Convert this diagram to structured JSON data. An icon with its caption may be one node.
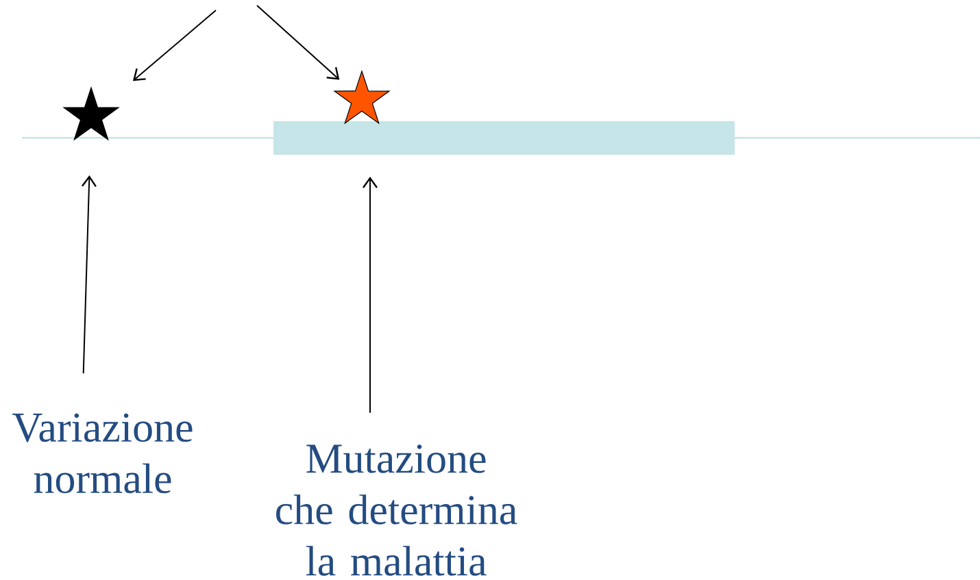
{
  "diagram": {
    "nodes": [
      {
        "text": [
          "Variazione normale"
        ]
      },
      {
        "text": [
          "Mutazione che determina la malattia"
        ]
      },
      {
        "text": [],
        "shape": "star"
      },
      {
        "text": [],
        "shape": "star"
      }
    ],
    "edges": [
      {
        "from": null,
        "to": 2,
        "arrow": "to"
      },
      {
        "from": null,
        "to": 3,
        "arrow": "to"
      },
      {
        "from": 0,
        "to": 2,
        "arrow": "to"
      },
      {
        "from": 1,
        "to": 3,
        "arrow": "to"
      }
    ]
  }
}
